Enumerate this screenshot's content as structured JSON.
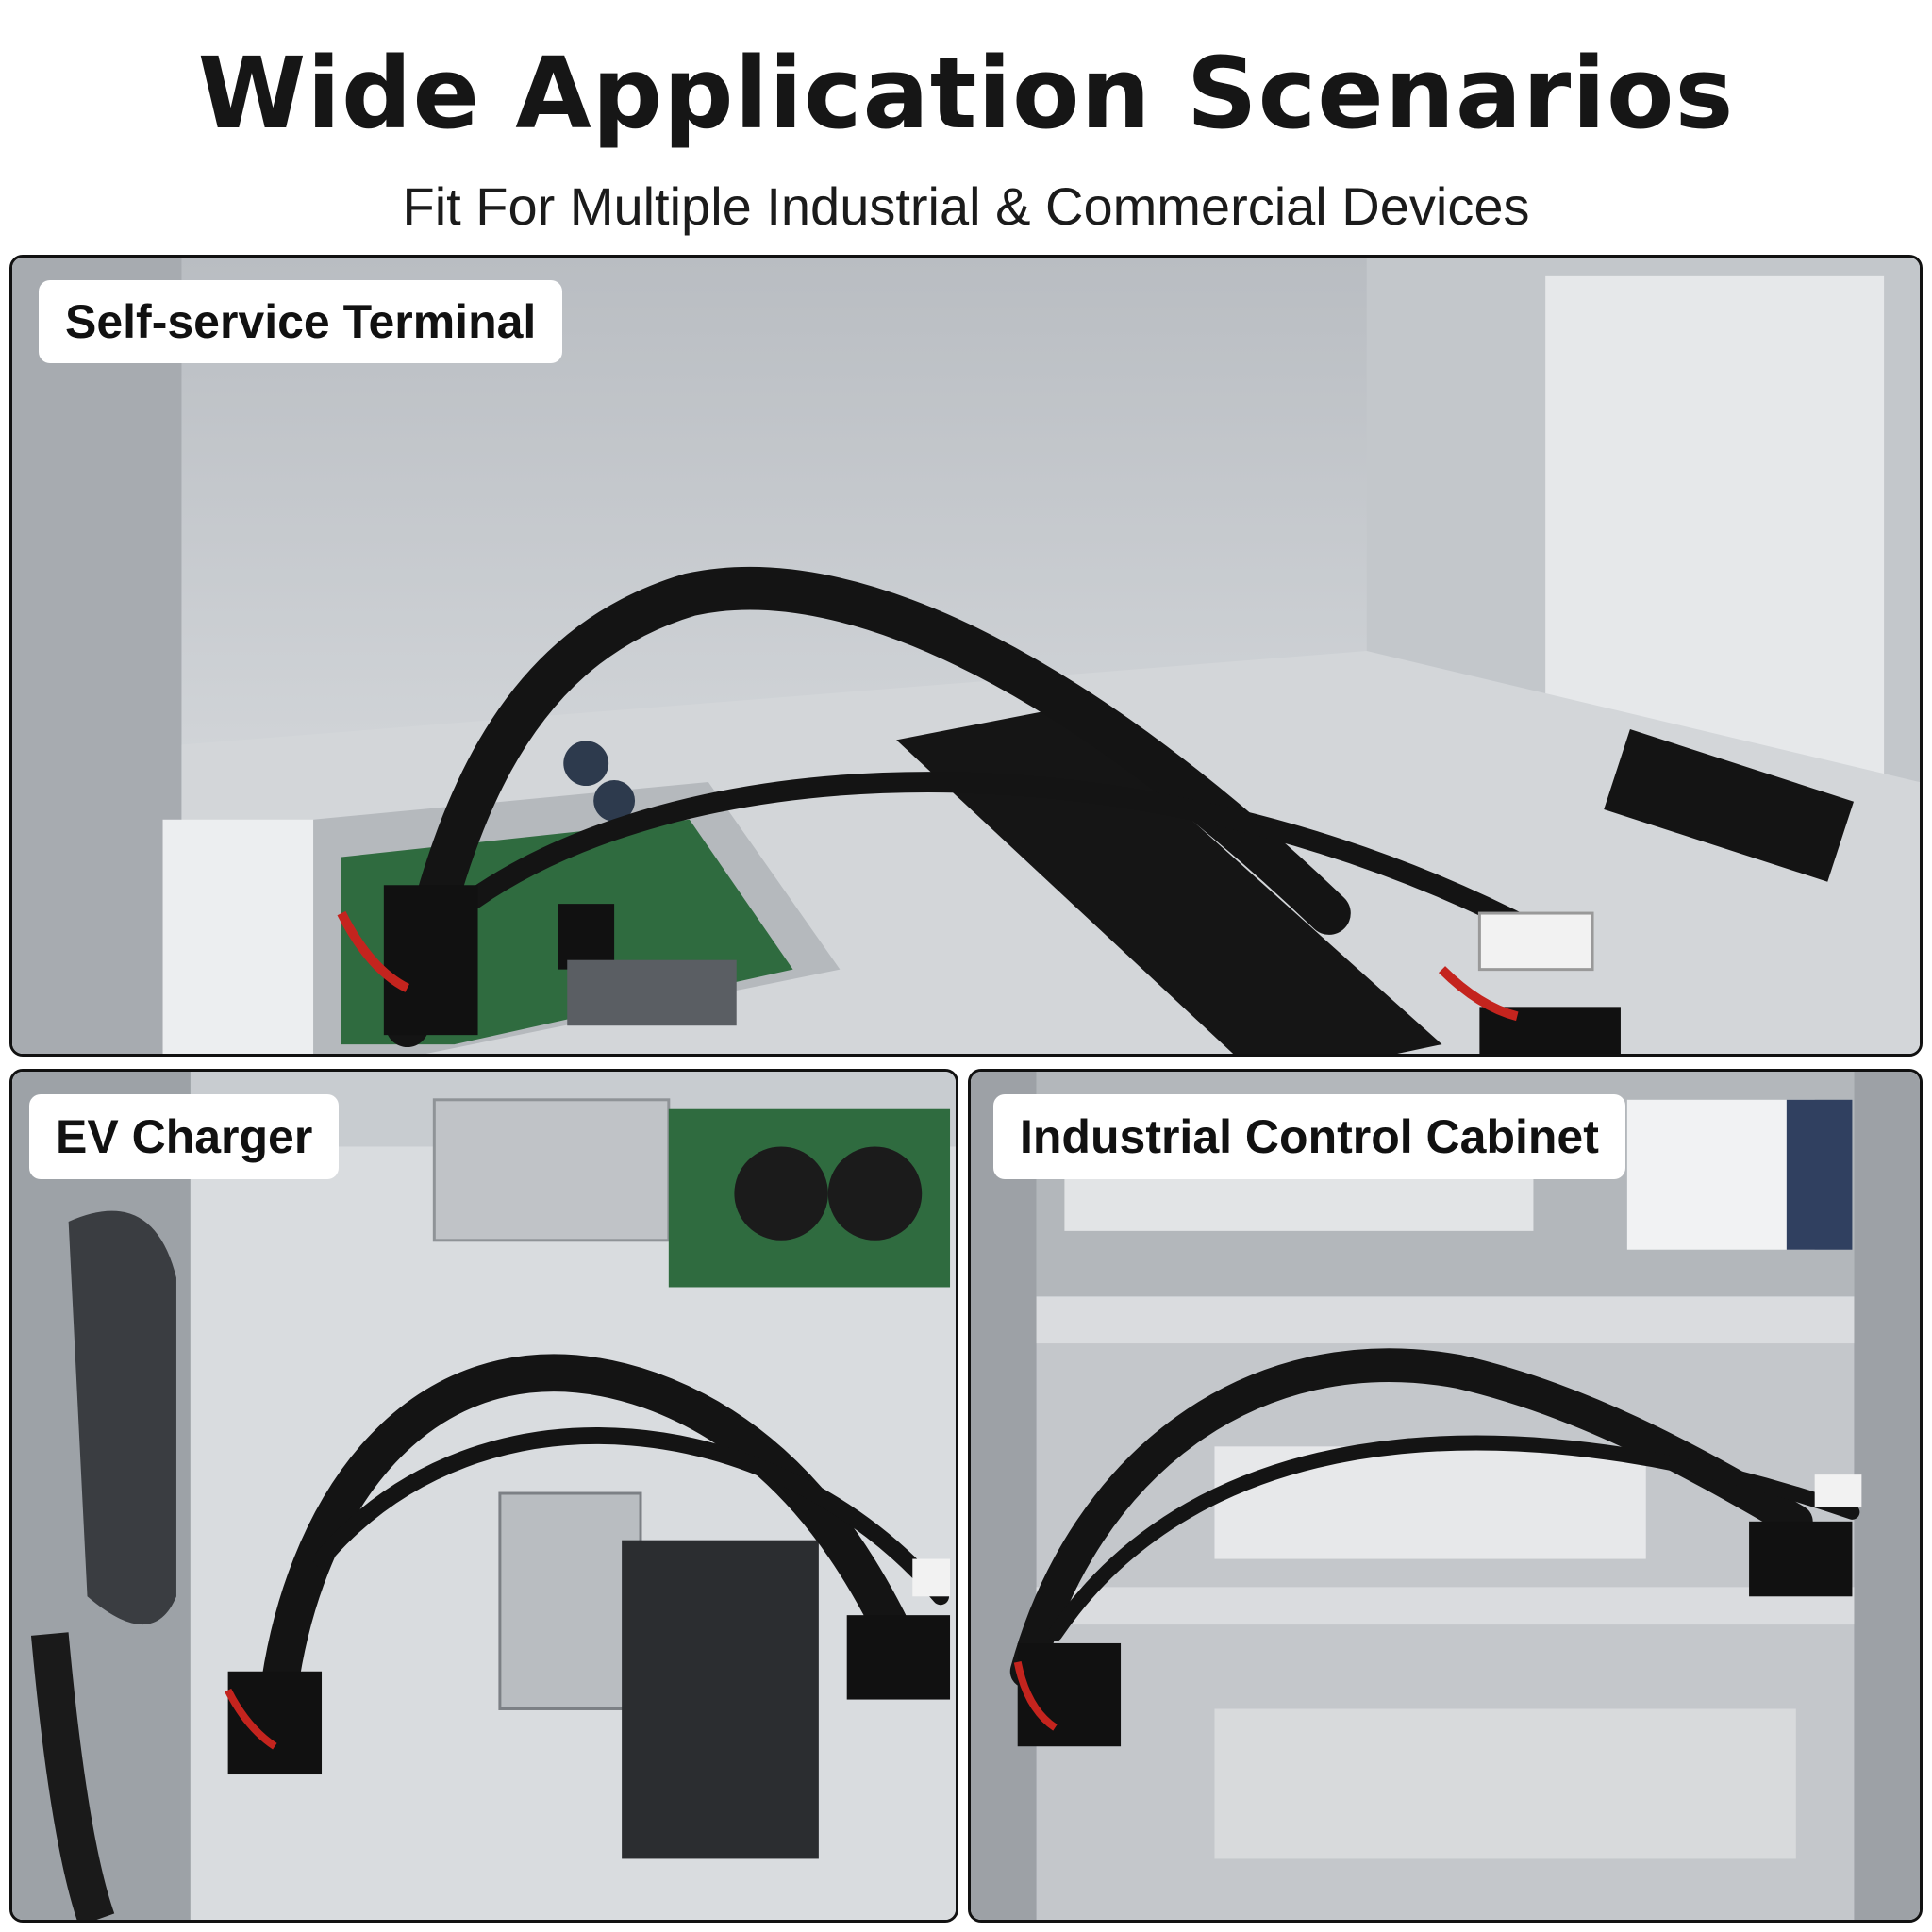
{
  "header": {
    "title": "Wide Application Scenarios",
    "subtitle": "Fit For Multiple Industrial & Commercial Devices"
  },
  "panels": [
    {
      "label": "Self-service Terminal"
    },
    {
      "label": "EV Charger"
    },
    {
      "label": "Industrial Control Cabinet"
    }
  ],
  "colors": {
    "panel_border": "#111111",
    "label_bg": "#ffffff",
    "cable": "#141414",
    "pcb": "#2f6b3f",
    "wire_red": "#c4241e",
    "metal": "#c9ccd0"
  }
}
